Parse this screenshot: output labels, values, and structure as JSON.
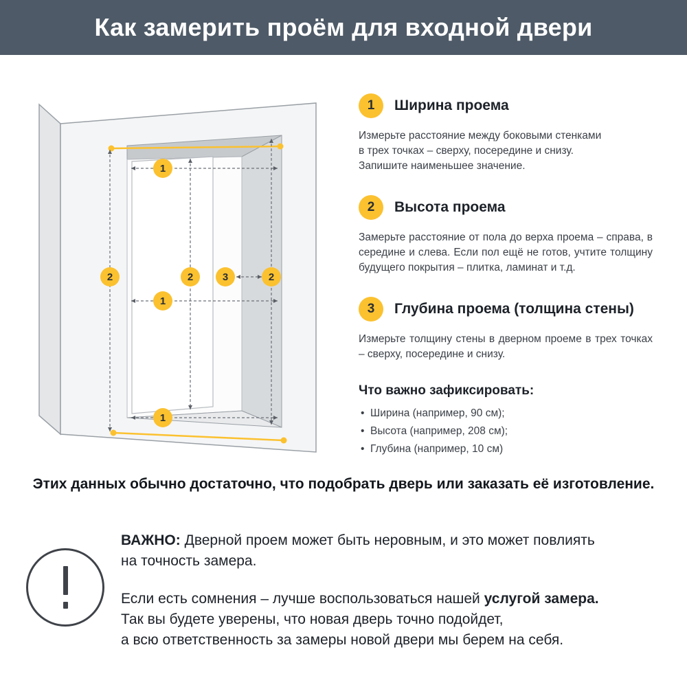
{
  "header": {
    "title": "Как замерить проём для входной двери"
  },
  "steps": [
    {
      "num": "1",
      "title": "Ширина проема",
      "body": "Измерьте расстояние между боковыми стенками\nв трех точках – сверху, посередине и снизу.\nЗапишите наименьшее значение."
    },
    {
      "num": "2",
      "title": "Высота проема",
      "body": "Замерьте расстояние от пола до верха проема – справа, в середине и слева. Если пол ещё не готов, учтите толщину будущего покрытия – плитка, ламинат и т.д."
    },
    {
      "num": "3",
      "title": "Глубина проема (толщина стены)",
      "body": "Измерьте толщину стены в дверном проеме в трех точках – сверху, посередине и снизу."
    }
  ],
  "checklist": {
    "title": "Что важно зафиксировать:",
    "items": [
      "Ширина (например, 90 см);",
      "Высота (например, 208 см);",
      "Глубина (например, 10 см)"
    ]
  },
  "summary": "Этих данных обычно достаточно, что подобрать дверь или заказать её изготовление.",
  "important": {
    "label": "ВАЖНО:",
    "p1_rest": " Дверной проем может быть неровным, и это может повлиять\nна точность замера.",
    "p2_pre": "Если есть сомнения – лучше воспользоваться нашей ",
    "p2_bold": "услугой замера.",
    "p2_rest": "\nТак вы будете уверены, что новая дверь точно подойдет,\nа всю ответственность за замеры новой двери мы берем на себя."
  },
  "diagram": {
    "marker_width": "1",
    "marker_height": "2",
    "marker_depth": "3"
  },
  "colors": {
    "header_bg": "#4e5a67",
    "accent": "#fbc12f",
    "marker_text": "#2a2f36",
    "dash": "#6b7077"
  }
}
